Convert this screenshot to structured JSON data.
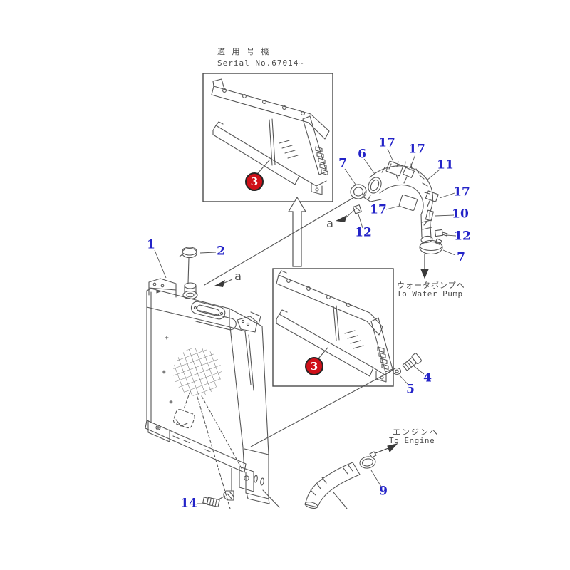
{
  "diagram": {
    "kind": "parts-diagram",
    "subject": "radiator and water hose assembly"
  },
  "colors": {
    "label_blue": "#2323c8",
    "badge_red": "#cf1019",
    "badge_text": "#ffffff",
    "line_gray": "#565656"
  },
  "notes": {
    "serial_jp": "適 用 号 機",
    "serial_en": "Serial No.67014~",
    "water_pump_jp": "ウォータポンプへ",
    "water_pump_en": "To Water Pump",
    "engine_jp": "エンジンへ",
    "engine_en": "To Engine"
  },
  "badges": {
    "upper": "3",
    "lower": "3"
  },
  "ref_markers": {
    "a1": "a",
    "a2": "a"
  },
  "callouts": {
    "c1": "1",
    "c2": "2",
    "c4": "4",
    "c5": "5",
    "c6": "6",
    "c7a": "7",
    "c7b": "7",
    "c9": "9",
    "c10": "10",
    "c11": "11",
    "c12a": "12",
    "c12b": "12",
    "c14": "14",
    "c17a": "17",
    "c17b": "17",
    "c17c": "17",
    "c17d": "17"
  }
}
